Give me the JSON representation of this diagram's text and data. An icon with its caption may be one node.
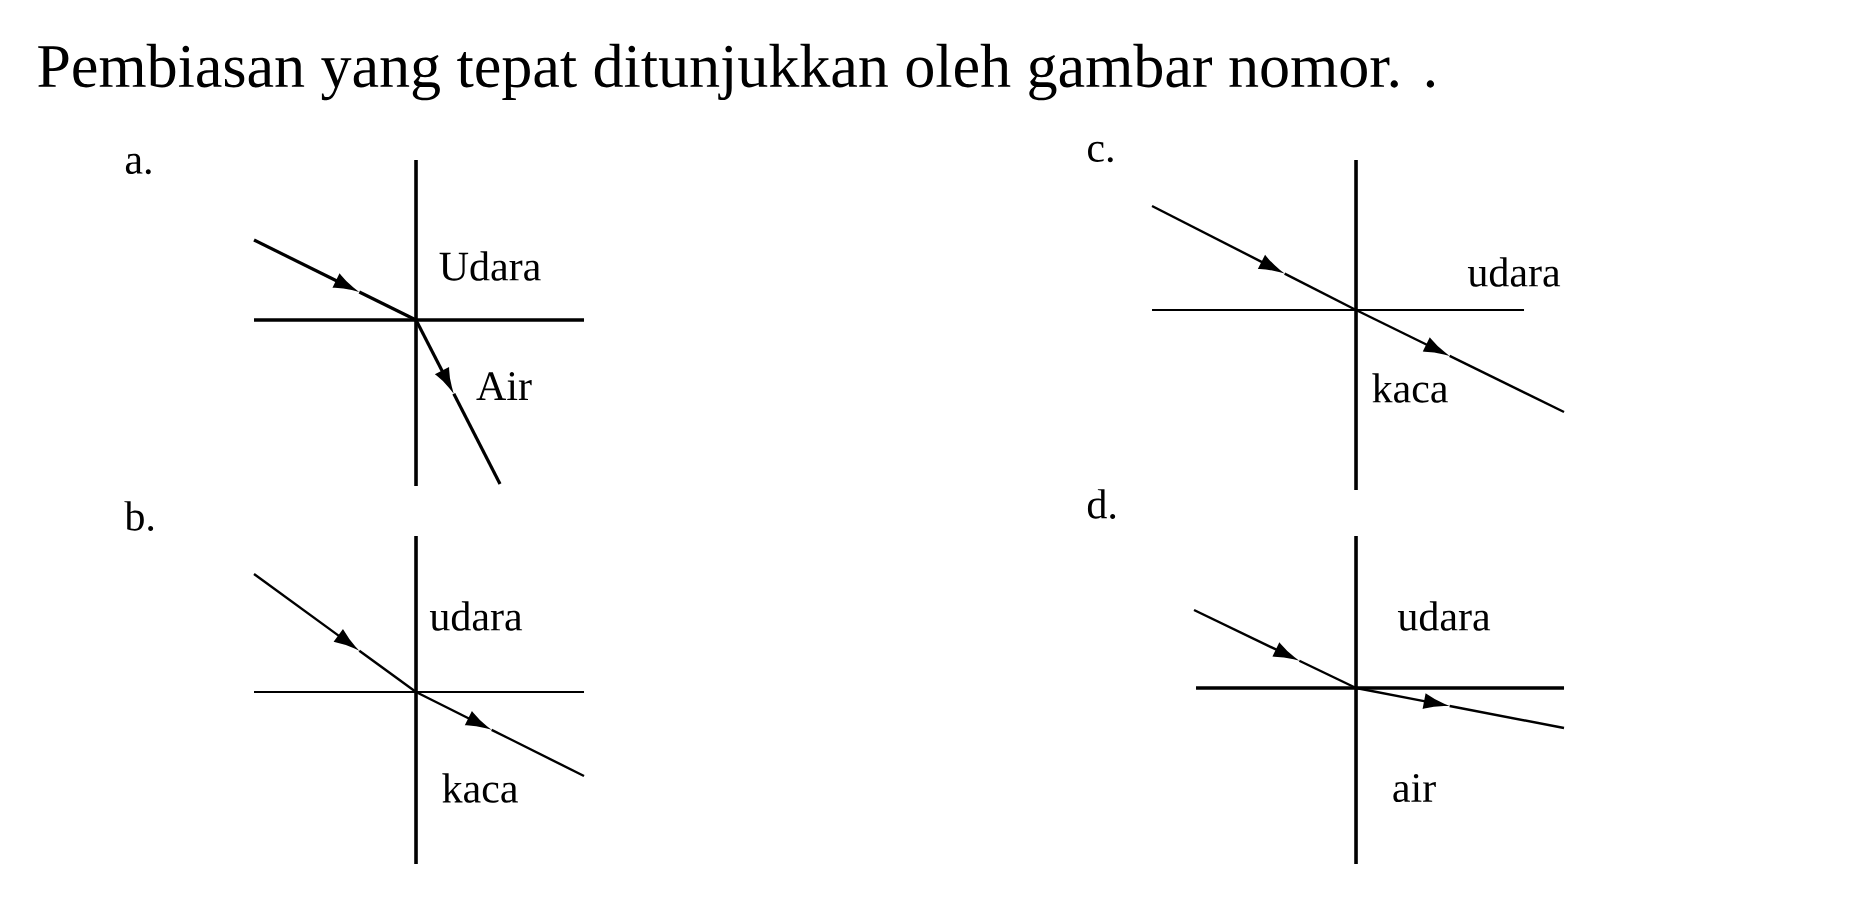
{
  "diagram": {
    "title": "Pembiasan yang tepat ditunjukkan oleh gambar nomor. .",
    "labels": [
      "a.",
      "Udara",
      "Air",
      "b.",
      "udara",
      "kaca",
      "c.",
      "udara",
      "kaca",
      "d.",
      "udara",
      "air"
    ]
  }
}
